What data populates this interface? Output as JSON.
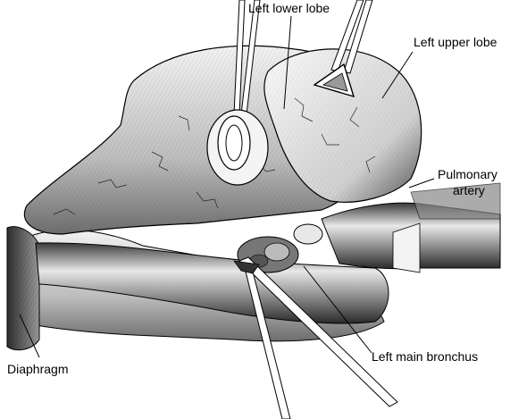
{
  "labels": {
    "left_lower_lobe": "Left lower lobe",
    "left_upper_lobe": "Left upper lobe",
    "pulmonary_artery_line1": "Pulmonary",
    "pulmonary_artery_line2": "artery",
    "diaphragm": "Diaphragm",
    "left_main_bronchus": "Left main bronchus"
  },
  "colors": {
    "ink": "#000000",
    "paper": "#ffffff"
  }
}
